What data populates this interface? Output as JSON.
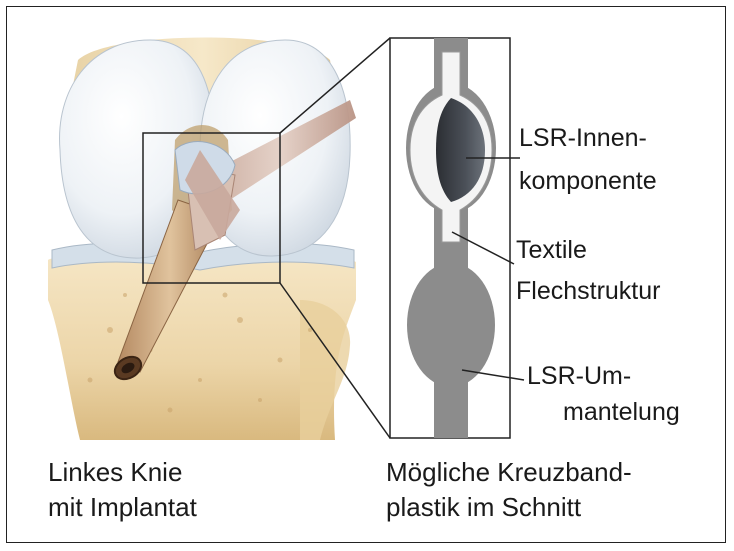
{
  "captions": {
    "left": [
      "Linkes Knie",
      "mit Implantat"
    ],
    "right": [
      "Mögliche Kreuzband-",
      "plastik im Schnitt"
    ]
  },
  "callouts": {
    "inner": [
      "LSR-Innen-",
      "komponente"
    ],
    "textile": [
      "Textile",
      "Flechstruktur"
    ],
    "coating": [
      "LSR-Um-",
      "mantelung"
    ]
  },
  "colors": {
    "bone": "#f2e3c2",
    "cartilage": "#dde8f2",
    "ligament": "#d9c3b8",
    "implant_gray": "#8c8c8c",
    "implant_dark": "#3c3f45",
    "border": "#222222"
  }
}
